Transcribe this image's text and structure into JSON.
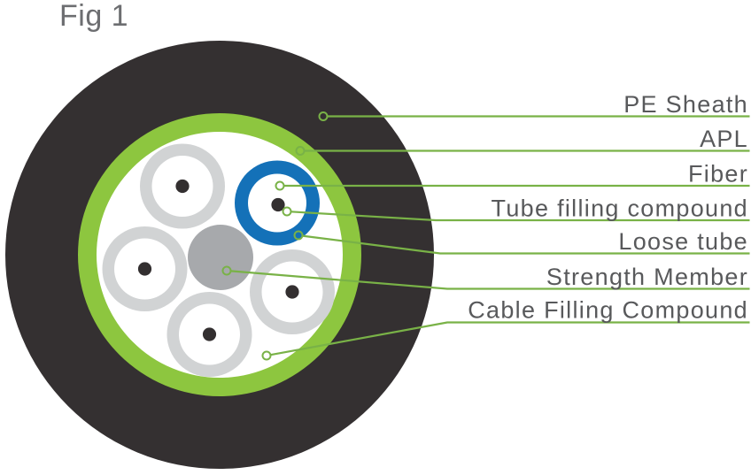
{
  "figure": {
    "title": "Fig 1"
  },
  "callouts": [
    {
      "label": "PE Sheath"
    },
    {
      "label": "APL"
    },
    {
      "label": "Fiber"
    },
    {
      "label": "Tube filling compound"
    },
    {
      "label": "Loose tube"
    },
    {
      "label": "Strength Member"
    },
    {
      "label": "Cable Filling Compound"
    }
  ],
  "cable": {
    "loose_tube_count": 5,
    "highlighted_tube": "blue loose tube (top right)",
    "fibers_per_tube": 1
  },
  "colors": {
    "background": "#ffffff",
    "pe_sheath": "#343031",
    "apl": "#8dc63f",
    "leader_line": "#79b247",
    "loose_tube_blue": "#1471b8",
    "loose_tube_gray": "#d1d3d4",
    "strength_member": "#a7a9ac",
    "fiber": "#332f30",
    "filling_white": "#ffffff",
    "label_text": "#58595b",
    "figure_text": "#6d6e71"
  }
}
